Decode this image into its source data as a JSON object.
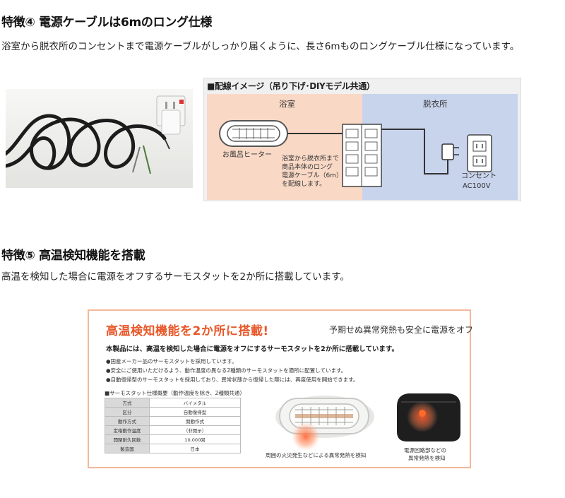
{
  "section4": {
    "heading": "特徴④ 電源ケーブルは6mのロング仕様",
    "body": "浴室から脱衣所のコンセントまで電源ケーブルがしっかり届くように、長さ6mものロングケーブル仕様になっています。"
  },
  "diagram": {
    "title": "■配線イメージ（吊り下げ･DIYモデル共通）",
    "bath_label": "浴室",
    "dressing_label": "脱衣所",
    "heater_label": "お風呂ヒーター",
    "cable_note_lines": [
      "浴室から脱衣所まで",
      "商品本体のロング",
      "電源ケーブル（6m）",
      "を配線します。"
    ],
    "outlet_label_1": "コンセント",
    "outlet_label_2": "AC100V"
  },
  "section5": {
    "heading": "特徴⑤ 高温検知機能を搭載",
    "body": "高温を検知した場合に電源をオフするサーモスタットを2か所に搭載しています。"
  },
  "panel": {
    "title": "高温検知機能を2か所に搭載!",
    "subtitle": "予期せぬ異常発熱も安全に電源をオフ",
    "description": "本製品には、高温を検知した場合に電源をオフにするサーモスタットを2か所に搭載しています。",
    "bullets": [
      "●国産メーカー品のサーモスタットを採用しています。",
      "●安全にご使用いただけるよう、動作温度の異なる2種類のサーモスタットを適所に配置しています。",
      "●自動復帰型のサーモスタットを採用しており、異常状態から復帰した際には、再度使用を開始できます。"
    ],
    "spec_title": "■サーモスタット仕様概要（動作温度を除き、2種類共通）",
    "spec_rows": [
      {
        "key": "方式",
        "value": "バイメタル"
      },
      {
        "key": "区分",
        "value": "自動復帰型"
      },
      {
        "key": "動作方式",
        "value": "開動作式"
      },
      {
        "key": "定格動作温度",
        "value": "（非開示）"
      },
      {
        "key": "開閉耐久回数",
        "value": "10,000回"
      },
      {
        "key": "製造国",
        "value": "日本"
      }
    ],
    "caption_heater": "周囲の火災発生などによる異常発熱を検知",
    "caption_circuit_1": "電源回路部などの",
    "caption_circuit_2": "異常発熱を検知"
  },
  "colors": {
    "accent": "#e8582a",
    "bath_zone": "#f9d9c6",
    "dressing_zone": "#c8d4ec",
    "panel_border": "#f3b899"
  }
}
